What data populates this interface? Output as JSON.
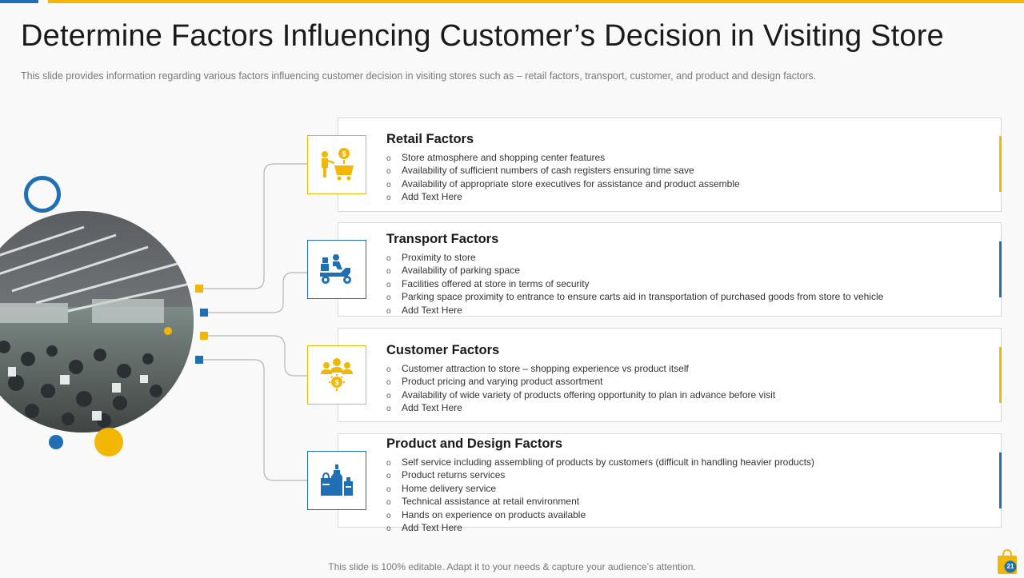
{
  "title": "Determine Factors Influencing Customer’s Decision in Visiting Store",
  "subtitle": "This slide provides  information  regarding  various  factors  influencing  customer decision  in visiting  stores such as – retail factors,  transport,  customer,  and  product  and  design  factors.",
  "colors": {
    "accent_yellow": "#f2b705",
    "accent_blue": "#1f6fb5"
  },
  "factors": [
    {
      "title": "Retail Factors",
      "icon": "shopper-cart-coin-icon",
      "items": [
        "Store atmosphere and shopping center features",
        "Availability of sufficient numbers of cash registers ensuring time save",
        "Availability of appropriate store executives for assistance and product assemble",
        "Add Text Here"
      ]
    },
    {
      "title": "Transport Factors",
      "icon": "delivery-scooter-icon",
      "items": [
        "Proximity to store",
        "Availability of parking space",
        "Facilities offered at store in terms of security",
        "Parking space proximity to entrance to ensure carts aid in transportation of purchased goods from store to vehicle",
        "Add Text Here"
      ]
    },
    {
      "title": "Customer Factors",
      "icon": "customer-group-icon",
      "items": [
        "Customer attraction to store – shopping experience vs product itself",
        "Product pricing and varying product assortment",
        "Availability of wide variety  of products offering opportunity to plan in advance before visit",
        "Add Text Here"
      ]
    },
    {
      "title": "Product and Design Factors",
      "icon": "products-bottles-icon",
      "items": [
        "Self service including assembling of products by customers (difficult in handling heavier products)",
        "Product returns services",
        "Home delivery service",
        "Technical assistance at retail environment",
        "Hands on experience on products available",
        "Add Text Here"
      ]
    }
  ],
  "footer": "This slide is 100% editable. Adapt it to your needs & capture your audience’s attention.",
  "page_number": "21"
}
